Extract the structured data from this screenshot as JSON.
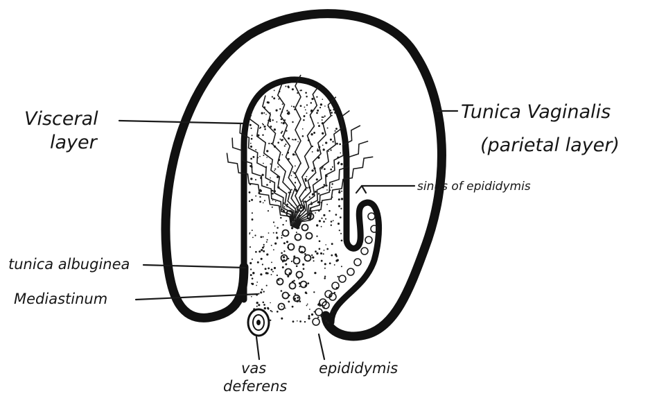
{
  "diagram": {
    "labels": {
      "visceral_layer_line1": "Visceral",
      "visceral_layer_line2": "layer",
      "tunica_vaginalis_line1": "Tunica Vaginalis",
      "tunica_vaginalis_line2": "(parietal layer)",
      "sinus_of_epididymis": "sinus of epididymis",
      "tunica_albuginea": "tunica albuginea",
      "mediastinum": "Mediastinum",
      "vas_deferens_line1": "vas",
      "vas_deferens_line2": "deferens",
      "epididymis": "epididymis"
    },
    "colors": {
      "ink": "#111111",
      "paper": "#ffffff"
    }
  }
}
